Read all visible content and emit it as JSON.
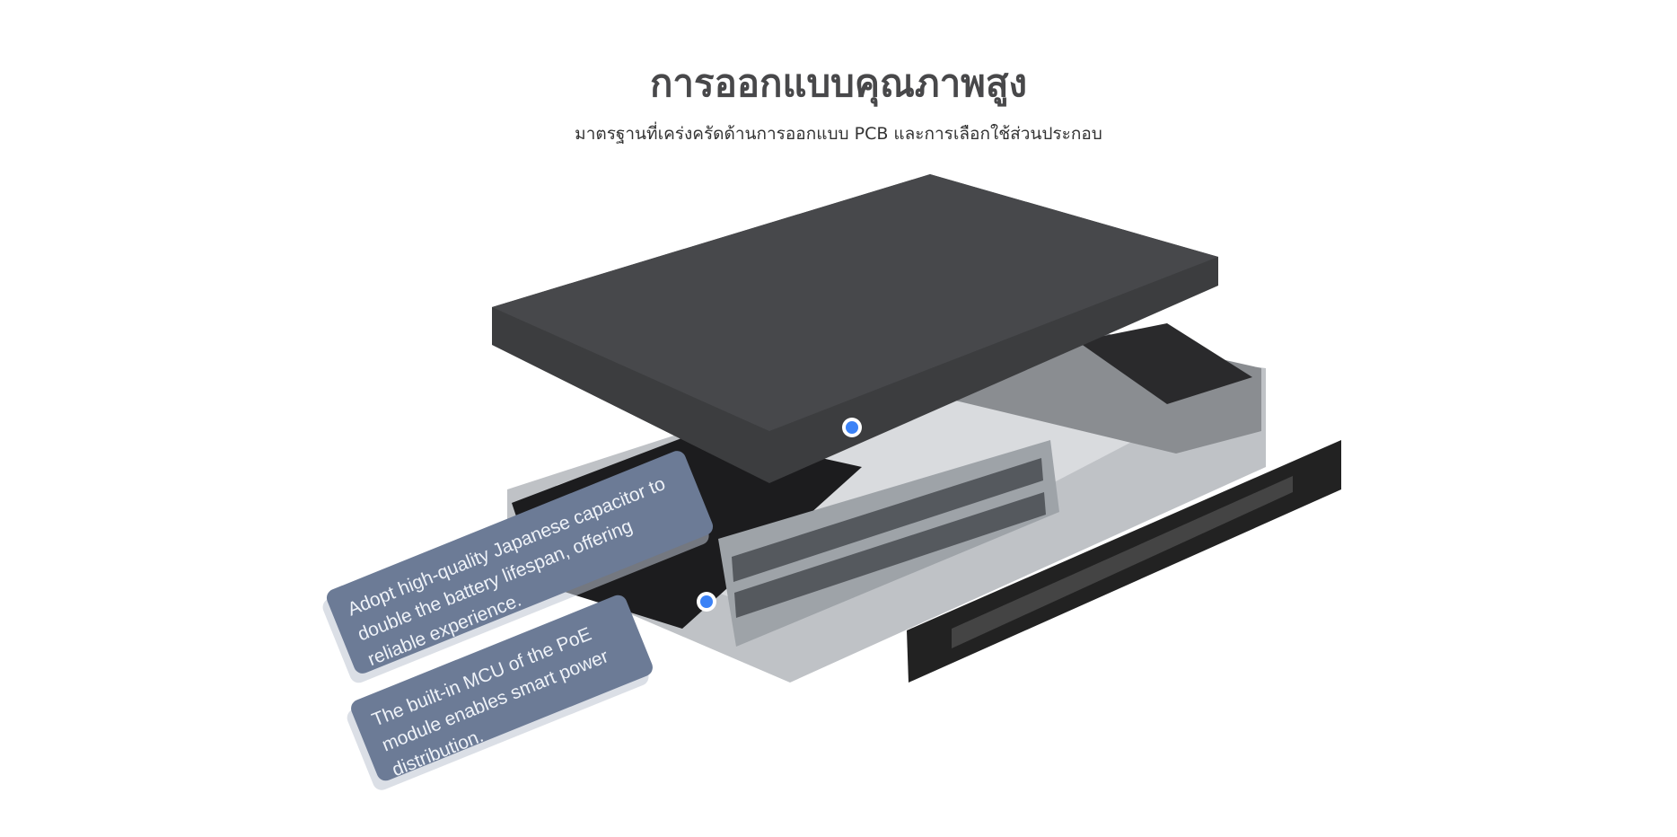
{
  "header": {
    "title": "การออกแบบคุณภาพสูง",
    "subtitle": "มาตรฐานที่เคร่งครัดด้านการออกแบบ PCB และการเลือกใช้ส่วนประกอบ"
  },
  "callouts": [
    {
      "text": "Adopt high-quality Japanese capacitor to double the battery lifespan, offering reliable experience."
    },
    {
      "text": "The built-in MCU of the PoE module enables smart power distribution."
    }
  ],
  "colors": {
    "callout_bg": "#6c7b96",
    "hotspot": "#3b82f6",
    "title": "#48484a"
  }
}
